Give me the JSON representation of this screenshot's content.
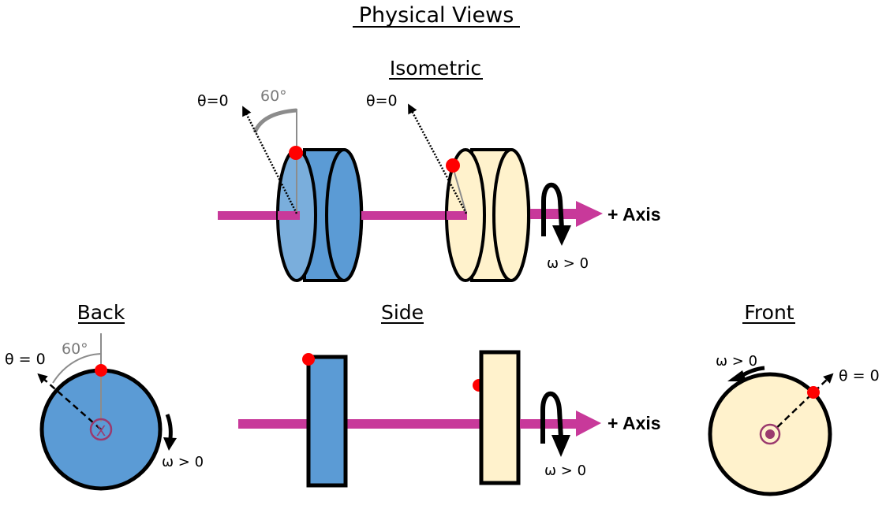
{
  "title": "Physical Views",
  "colors": {
    "axis": "#c8399a",
    "blue_disk_face": "#7aaedc",
    "blue_disk_side": "#5b9bd5",
    "cream_disk": "#fff2cc",
    "marker": "#ff0000",
    "center_mark": "#9b3a6e",
    "angle_line": "#8c8c8c",
    "outline": "#000000"
  },
  "isometric": {
    "heading": "Isometric",
    "theta_label_left": "θ=0",
    "theta_label_right": "θ=0",
    "angle_label": "60°",
    "axis_label": "+ Axis",
    "omega_label": "ω > 0"
  },
  "back": {
    "heading": "Back",
    "theta_label": "θ = 0",
    "angle_label": "60°",
    "omega_label": "ω > 0",
    "center_symbol": "X"
  },
  "side": {
    "heading": "Side",
    "axis_label": "+ Axis",
    "omega_label": "ω > 0"
  },
  "front": {
    "heading": "Front",
    "theta_label": "θ = 0",
    "omega_label": "ω > 0"
  }
}
